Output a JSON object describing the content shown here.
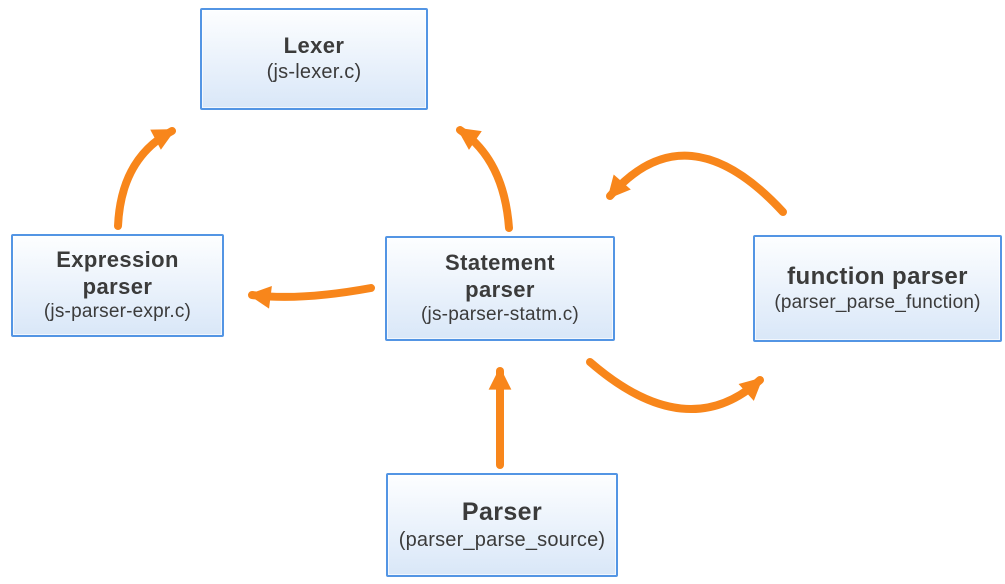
{
  "diagram": {
    "title": "parser module diagram",
    "colors": {
      "arrow": "#F8861B",
      "node_border": "#5395E4",
      "node_fill_top": "#FDFEFF",
      "node_fill_bottom": "#D9E7F8",
      "text": "#3B3B3B",
      "background": "#FFFFFF"
    },
    "nodes": {
      "lexer": {
        "title": "Lexer",
        "subtitle": "(js-lexer.c)"
      },
      "expression_parser": {
        "title": "Expression\nparser",
        "subtitle": "(js-parser-expr.c)"
      },
      "statement_parser": {
        "title": "Statement\nparser",
        "subtitle": "(js-parser-statm.c)"
      },
      "function_parser": {
        "title": "function parser",
        "subtitle": "(parser_parse_function)"
      },
      "parser": {
        "title": "Parser",
        "subtitle": "(parser_parse_source)"
      }
    },
    "edges": [
      {
        "from": "expression_parser",
        "to": "lexer",
        "style": "curved"
      },
      {
        "from": "statement_parser",
        "to": "lexer",
        "style": "curved"
      },
      {
        "from": "function_parser",
        "to": "statement_parser",
        "style": "arc-over"
      },
      {
        "from": "statement_parser",
        "to": "function_parser",
        "style": "arc-under"
      },
      {
        "from": "statement_parser",
        "to": "expression_parser",
        "style": "curved"
      },
      {
        "from": "parser",
        "to": "statement_parser",
        "style": "straight"
      }
    ]
  }
}
